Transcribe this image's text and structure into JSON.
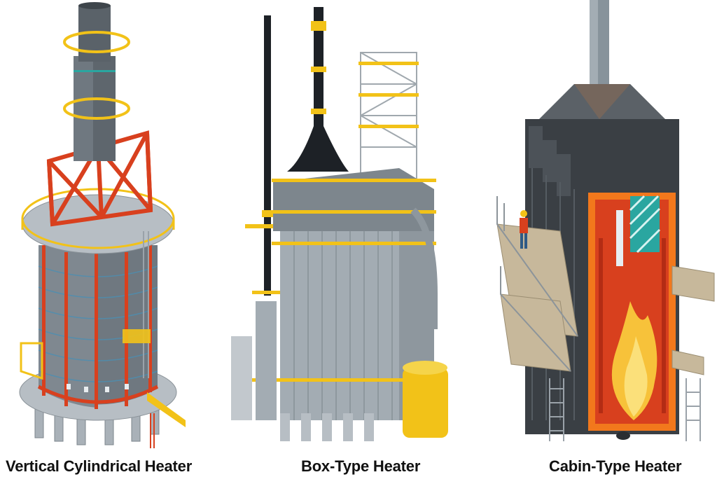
{
  "captions": {
    "vertical": "Vertical Cylindrical Heater",
    "box": "Box-Type Heater",
    "cabin": "Cabin-Type Heater"
  },
  "colors": {
    "steel": "#6f7880",
    "steel_light": "#a9b1b8",
    "platform_yellow": "#f2c218",
    "frame_red": "#d8401e",
    "flame_orange": "#f2781c",
    "stack_black": "#1d2126",
    "pipe_teal": "#2aa6a0"
  },
  "icons": [
    "vertical-heater-illustration",
    "box-heater-illustration",
    "cabin-heater-illustration",
    "flame-icon",
    "worker-figure"
  ]
}
